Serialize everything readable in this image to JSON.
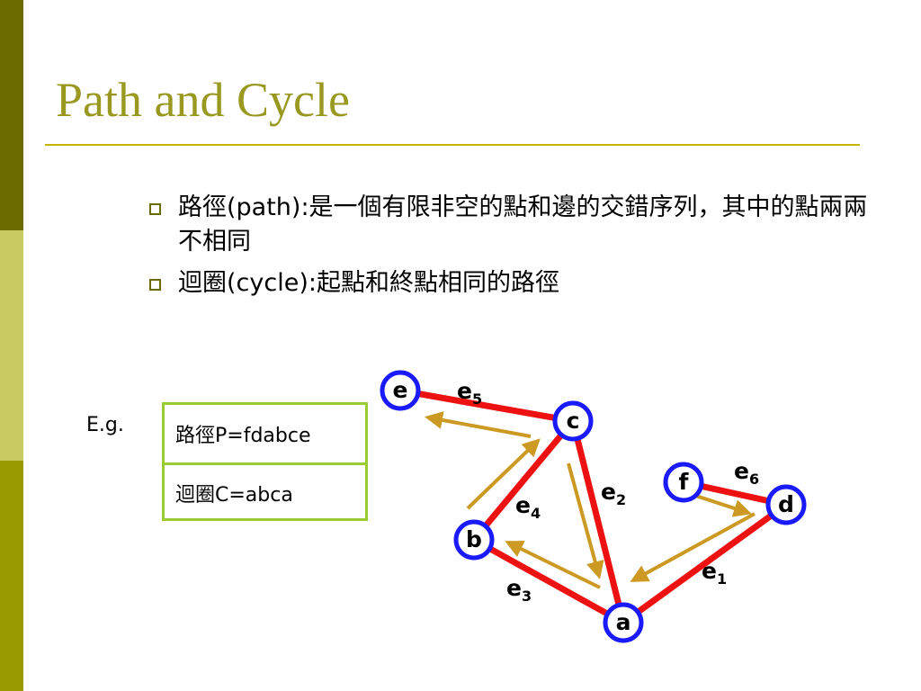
{
  "slide": {
    "title": "Path and Cycle",
    "bullets": [
      {
        "label": "路徑(path):是一個有限非空的點和邊的交錯序列，其中的點兩兩不相同"
      },
      {
        "label": "迴圈(cycle):起點和終點相同的路徑"
      }
    ]
  },
  "example": {
    "label": "E.g.",
    "path": "路徑P=fdabce",
    "cycle": "迴圈C=abca"
  },
  "graph": {
    "vertices": [
      "a",
      "b",
      "c",
      "d",
      "e",
      "f"
    ],
    "edges": [
      {
        "id": "e1",
        "from": "a",
        "to": "d",
        "label": "e",
        "sub": "1"
      },
      {
        "id": "e2",
        "from": "a",
        "to": "c",
        "label": "e",
        "sub": "2"
      },
      {
        "id": "e3",
        "from": "a",
        "to": "b",
        "label": "e",
        "sub": "3"
      },
      {
        "id": "e4",
        "from": "b",
        "to": "c",
        "label": "e",
        "sub": "4"
      },
      {
        "id": "e5",
        "from": "c",
        "to": "e",
        "label": "e",
        "sub": "5"
      },
      {
        "id": "e6",
        "from": "f",
        "to": "d",
        "label": "e",
        "sub": "6"
      }
    ],
    "colors": {
      "edge": "#ee1111",
      "arrow": "#cc9922",
      "vertex_fill": "#ffffff",
      "vertex_ring": "#1a1aff"
    }
  }
}
